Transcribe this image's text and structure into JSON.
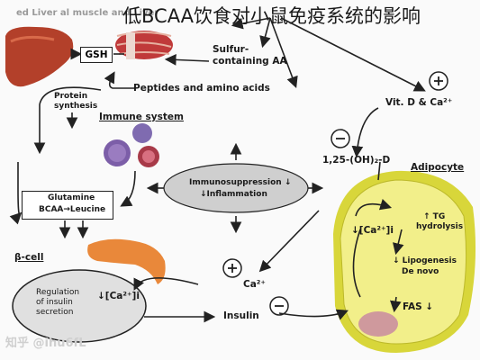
{
  "title_cn": "低BCAA饮食对小鼠免疫系统的影响",
  "header_partial": "ed Liver    al muscle and Liver",
  "gsh": "GSH",
  "sulfur_aa": [
    "Sulfur-",
    "containing AA"
  ],
  "peptides": "Peptides and amino acids",
  "protein_synthesis": [
    "Protein",
    "synthesis"
  ],
  "vitd": "Vit. D & Ca²⁺",
  "immune_system": "Immune system",
  "immunosuppression": [
    "Immunosuppression ↓",
    "↓Inflammation"
  ],
  "oh_d": "1,25-(OH)₂-D",
  "adipocyte": "Adipocyte",
  "glutamine": [
    "Glutamine",
    "BCAA→Leucine"
  ],
  "tg": [
    "↑ TG",
    "hydrolysis"
  ],
  "ca_adipo": "↓[Ca²⁺]i",
  "lipogenesis": [
    "↓ Lipogenesis",
    "De novo"
  ],
  "fas": "FAS ↓",
  "beta_cell": "β-cell",
  "ca_beta": "↓[Ca²⁺]i",
  "regulation": [
    "Regulation",
    "of insulin",
    "secretion"
  ],
  "insulin": "Insulin",
  "ca2": "Ca²⁺",
  "plus": "+",
  "minus": "−",
  "watermark": "知乎 @ihu6fL",
  "colors": {
    "liver": "#b3402a",
    "muscle": "#c03a3a",
    "adipocyte": "#d8d63a",
    "adipo_cell": "#f2ef8a",
    "nucleus": "#c98aa0",
    "pancreas": "#e9883a",
    "betacell": "#e0e0e0",
    "ellipse": "#cfcfcf"
  }
}
